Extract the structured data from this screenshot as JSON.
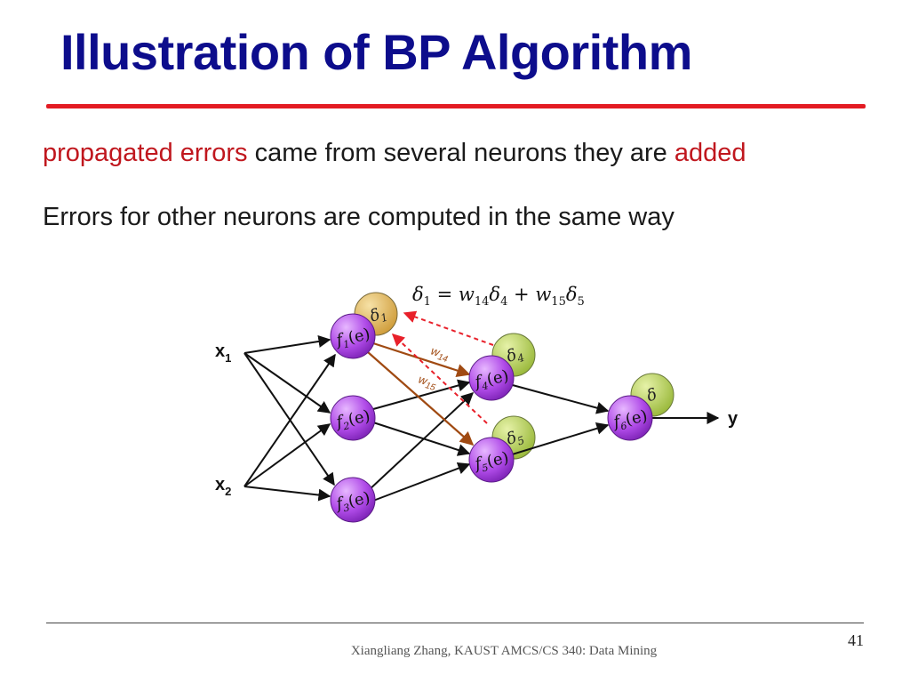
{
  "slide": {
    "title": "Illustration of BP Algorithm",
    "line1": {
      "part1": "propagated errors",
      "part2": " came from several neurons they are ",
      "part3": "added"
    },
    "line2": "Errors for other neurons are computed in the same way"
  },
  "diagram": {
    "formula": {
      "lhs": "δ",
      "lhs_sub": "1",
      "eq": " = ",
      "w1": "w",
      "w1_sub": "14",
      "d1": "δ",
      "d1_sub": "4",
      "plus": " + ",
      "w2": "w",
      "w2_sub": "15",
      "d2": "δ",
      "d2_sub": "5"
    },
    "inputs": [
      {
        "name": "x",
        "sub": "1"
      },
      {
        "name": "x",
        "sub": "2"
      }
    ],
    "output": "y",
    "neurons": {
      "f1": {
        "f": "f",
        "sub": "1",
        "arg": "(e)"
      },
      "f2": {
        "f": "f",
        "sub": "2",
        "arg": "(e)"
      },
      "f3": {
        "f": "f",
        "sub": "3",
        "arg": "(e)"
      },
      "f4": {
        "f": "f",
        "sub": "4",
        "arg": "(e)"
      },
      "f5": {
        "f": "f",
        "sub": "5",
        "arg": "(e)"
      },
      "f6": {
        "f": "f",
        "sub": "6",
        "arg": "(e)"
      }
    },
    "deltas": {
      "d1": {
        "sym": "δ",
        "sub": "1"
      },
      "d4": {
        "sym": "δ",
        "sub": "4"
      },
      "d5": {
        "sym": "δ",
        "sub": "5"
      },
      "d6": {
        "sym": "δ",
        "sub": ""
      }
    },
    "weights": {
      "w14": {
        "w": "w",
        "sub": "14"
      },
      "w15": {
        "w": "w",
        "sub": "15"
      }
    },
    "colors": {
      "neuron": "#b04be8",
      "delta_orange": "#e0b354",
      "delta_green": "#b4d24a",
      "weight_arrow": "#a04a12",
      "error_arrow": "#e8202a"
    }
  },
  "footer": {
    "text": "Xiangliang Zhang, KAUST AMCS/CS 340: Data Mining",
    "page": "41"
  }
}
